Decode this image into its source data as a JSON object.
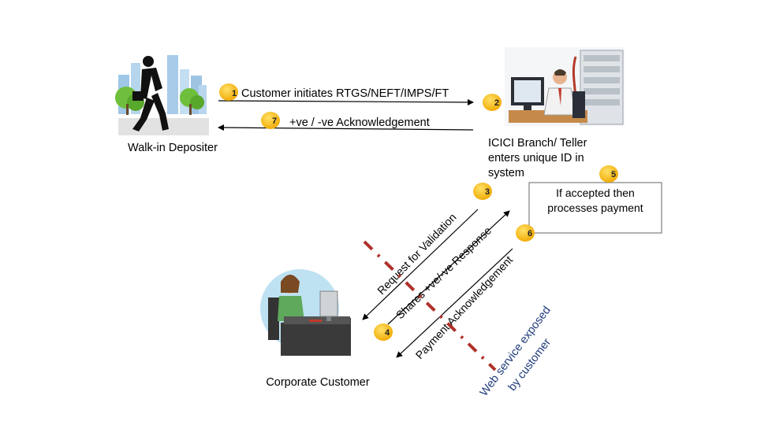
{
  "actors": {
    "depositer": "Walk-in Depositer",
    "teller_line1": "ICICI Branch/ Teller",
    "teller_line2": "enters unique ID in",
    "teller_line3": "system",
    "corporate": "Corporate Customer"
  },
  "steps": {
    "s1": {
      "num": "1",
      "label": "Customer initiates RTGS/NEFT/IMPS/FT"
    },
    "s2": {
      "num": "2"
    },
    "s3": {
      "num": "3",
      "label": "Request for Validation"
    },
    "s4": {
      "num": "4",
      "label": "Shares +ve/-ve Response"
    },
    "s5": {
      "num": "5"
    },
    "s6": {
      "num": "6",
      "label": "Payment Acknowledgement"
    },
    "s7": {
      "num": "7",
      "label": "+ve / -ve Acknowledgement"
    }
  },
  "process_box": {
    "line1": "If accepted then",
    "line2": "processes payment"
  },
  "web_service": {
    "line1": "Web service exposed",
    "line2": "by customer"
  },
  "colors": {
    "badge_fill": "#F5B800",
    "badge_text": "#222222",
    "arrow": "#000000",
    "dash_line": "#B0302A",
    "web_service_text": "#1F3A7A"
  }
}
